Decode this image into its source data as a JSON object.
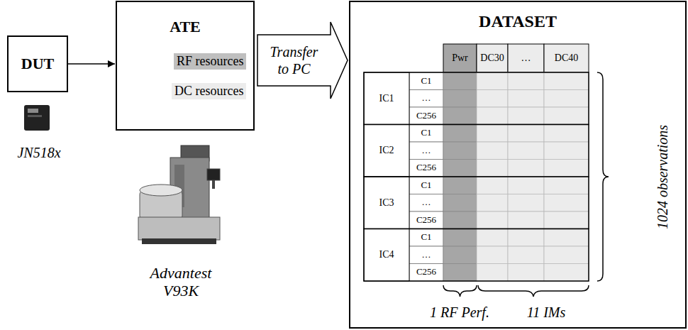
{
  "diagram": {
    "nodes": [
      {
        "text": [
          "DUT"
        ]
      },
      {
        "text": [
          "ATE"
        ]
      },
      {
        "text": [
          "RF resources"
        ],
        "in": 1
      },
      {
        "text": [
          "DC resources"
        ],
        "in": 1
      },
      {
        "text": [
          "DATASET"
        ]
      }
    ],
    "edges": [
      {
        "from": 0,
        "to": 1,
        "arrow": "to"
      },
      {
        "from": 1,
        "to": 4,
        "label": "Transfer to PC",
        "arrow": "to"
      }
    ],
    "labels": [
      "JN518x",
      "Advantest V93K",
      "Pwr",
      "DC30",
      "…",
      "DC40",
      "IC1",
      "C1",
      "…",
      "C256",
      "IC2",
      "C1",
      "…",
      "C256",
      "IC3",
      "C1",
      "…",
      "C256",
      "IC4",
      "C1",
      "…",
      "C256",
      "1024 observations",
      "1 RF Perf.",
      "11 IMs"
    ]
  }
}
